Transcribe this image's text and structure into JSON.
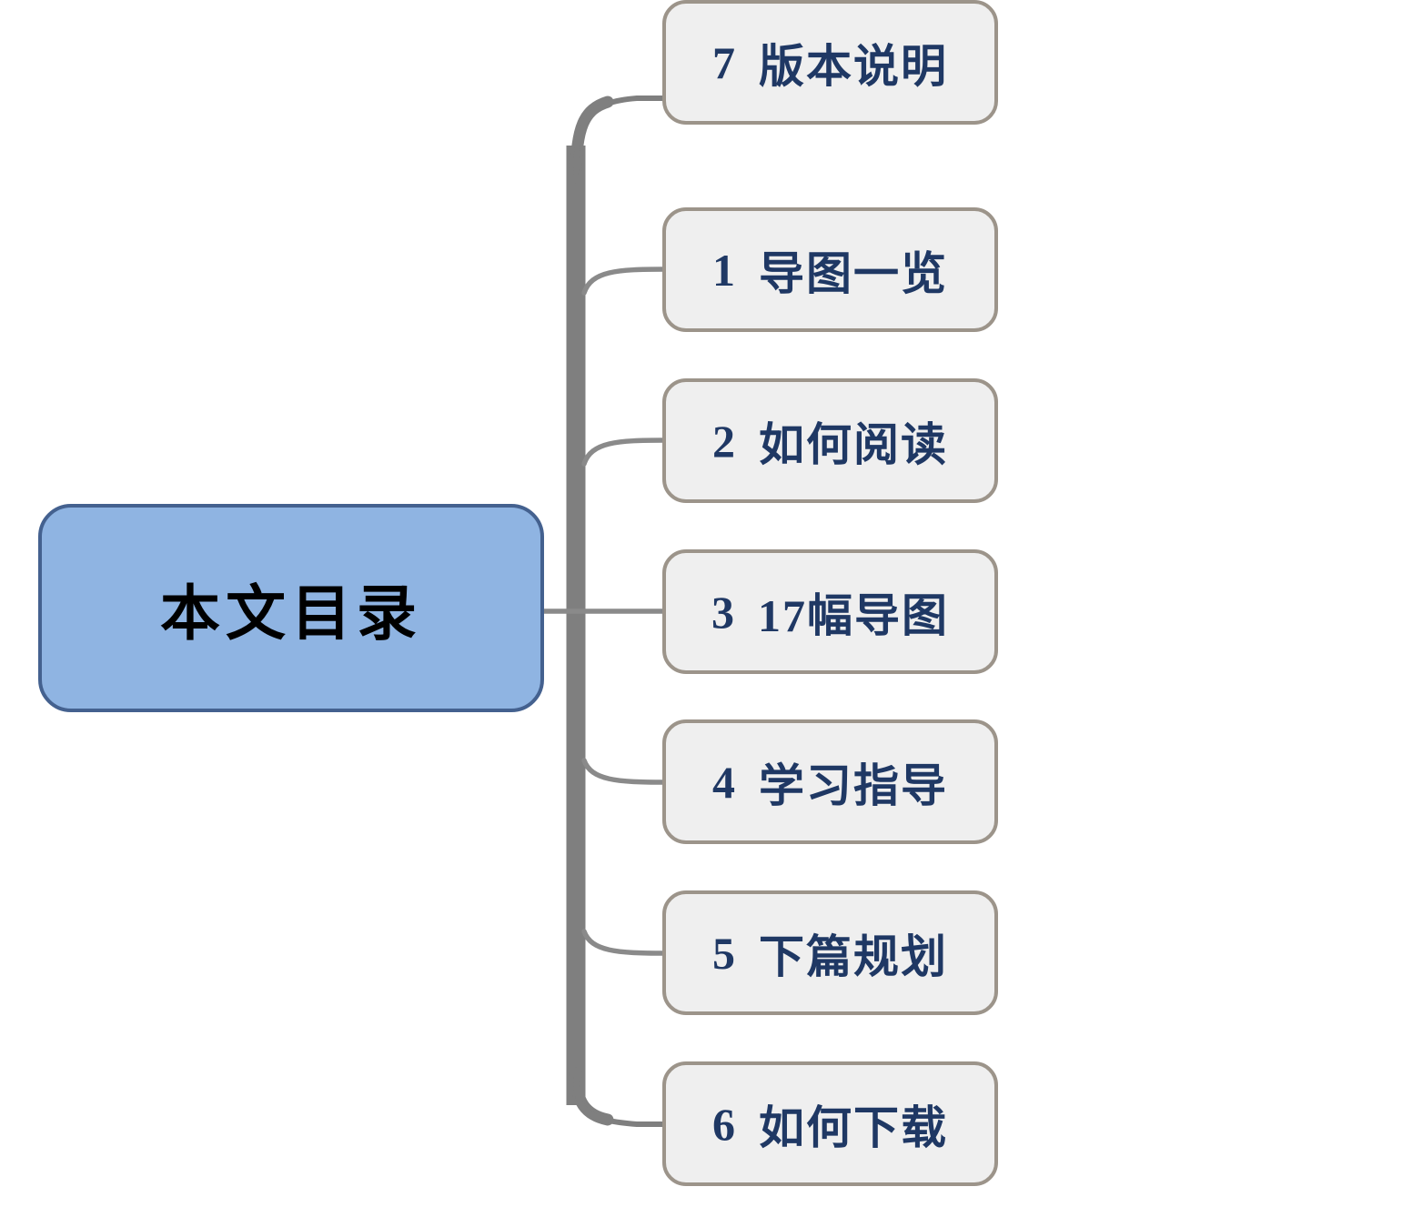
{
  "mindmap": {
    "root": {
      "label": "本文目录"
    },
    "children": [
      {
        "number": "1",
        "title": "导图一览"
      },
      {
        "number": "2",
        "title": "如何阅读"
      },
      {
        "number": "3",
        "title": "17幅导图"
      },
      {
        "number": "4",
        "title": "学习指导"
      },
      {
        "number": "5",
        "title": "下篇规划"
      },
      {
        "number": "6",
        "title": "如何下载"
      },
      {
        "number": "7",
        "title": "版本说明"
      }
    ],
    "colors": {
      "bg": "#ffffff",
      "root_fill": "#8fb4e2",
      "root_border": "#44618f",
      "root_text": "#000000",
      "child_fill": "#efefef",
      "child_border": "#9c948a",
      "child_text": "#1f3864",
      "connector": "#7f7f7f",
      "connector_thin": "#8a8a8a"
    }
  }
}
